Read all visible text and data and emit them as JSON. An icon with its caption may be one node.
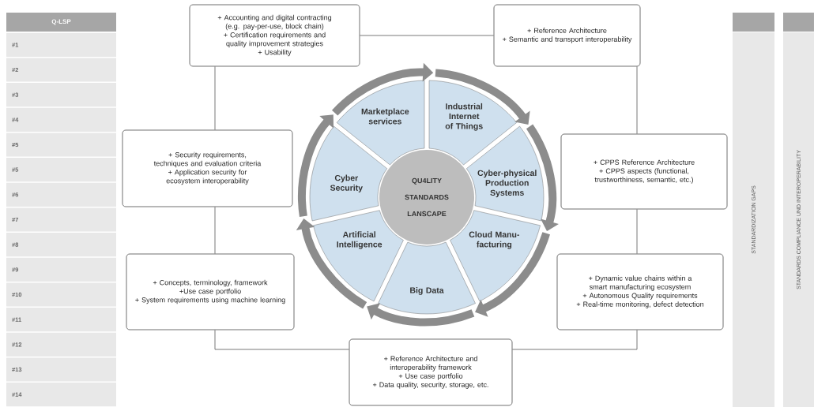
{
  "diagram": {
    "nodes": [
      {
        "text": [
          "Marketplace services"
        ]
      },
      {
        "text": [
          "Industrial Internet of Things"
        ]
      },
      {
        "text": [
          "Cyber-physical Production Systems"
        ]
      },
      {
        "text": [
          "Cloud Manu-facturing"
        ]
      },
      {
        "text": [
          "Big Data"
        ]
      },
      {
        "text": [
          "Artificial Intelligence"
        ]
      },
      {
        "text": [
          "Cyber Security"
        ]
      },
      {
        "text": [
          "QU4LITY STANDARDS LANSCAPE"
        ]
      },
      {
        "text": [
          "+ Accounting and digital contracting (e.g. pay-per-use, block chain)",
          "+ Certification requirements and quality improvement strategies",
          "+ Usability"
        ]
      },
      {
        "text": [
          "+ Reference Architecture",
          "+ Semantic and transport interoperability"
        ]
      },
      {
        "text": [
          "+ CPPS Reference Architecture",
          "+ CPPS aspects (functional, trustworthiness, semantic, etc.)"
        ]
      },
      {
        "text": [
          "+ Dynamic value chains within a smart manufacturing ecosystem",
          "+ Autonomous Quality requirements",
          "+ Real-time monitoring, defect detection"
        ]
      },
      {
        "text": [
          "+ Reference Architecture and interoperability framework",
          "+ Use case portfolio",
          "+ Data quality, security, storage, etc."
        ]
      },
      {
        "text": [
          "+ Concepts, terminology, framework",
          "+Use case portfolio",
          "+ System requirements using machine learning"
        ]
      },
      {
        "text": [
          "+ Security requirements, techniques and evaluation criteria",
          "+ Application security for ecosystem interoperability"
        ]
      },
      {
        "text": [
          "STANDARDIZATION GAPS"
        ]
      },
      {
        "text": [
          "STANDARDS COMPLIANCE UND INTEROPERABILITY"
        ]
      }
    ],
    "edges": [
      {
        "from": 0,
        "to": 1,
        "arrow": "to",
        "style": "thick",
        "color": "#8c8c8c"
      },
      {
        "from": 1,
        "to": 2,
        "arrow": "to",
        "style": "thick",
        "color": "#8c8c8c"
      },
      {
        "from": 2,
        "to": 3,
        "arrow": "to",
        "style": "thick",
        "color": "#8c8c8c"
      },
      {
        "from": 3,
        "to": 4,
        "arrow": "to",
        "style": "thick",
        "color": "#8c8c8c"
      },
      {
        "from": 4,
        "to": 5,
        "arrow": "to",
        "style": "thick",
        "color": "#8c8c8c"
      },
      {
        "from": 5,
        "to": 6,
        "arrow": "to",
        "style": "thick",
        "color": "#8c8c8c"
      },
      {
        "from": 6,
        "to": 0,
        "arrow": "to",
        "style": "thick",
        "color": "#8c8c8c"
      },
      {
        "from": 8,
        "to": 9,
        "arrow": "none"
      },
      {
        "from": 9,
        "to": 10,
        "arrow": "none"
      },
      {
        "from": 10,
        "to": 11,
        "arrow": "none"
      },
      {
        "from": 11,
        "to": 12,
        "arrow": "none"
      },
      {
        "from": 12,
        "to": 13,
        "arrow": "none"
      },
      {
        "from": 13,
        "to": 14,
        "arrow": "none"
      },
      {
        "from": 14,
        "to": 8,
        "arrow": "none"
      }
    ],
    "labels": [
      "Q-LSP",
      "#1",
      "#2",
      "#3",
      "#4",
      "#5",
      "#5",
      "#6",
      "#7",
      "#8",
      "#9",
      "#10",
      "#11",
      "#12",
      "#13",
      "#14"
    ]
  }
}
